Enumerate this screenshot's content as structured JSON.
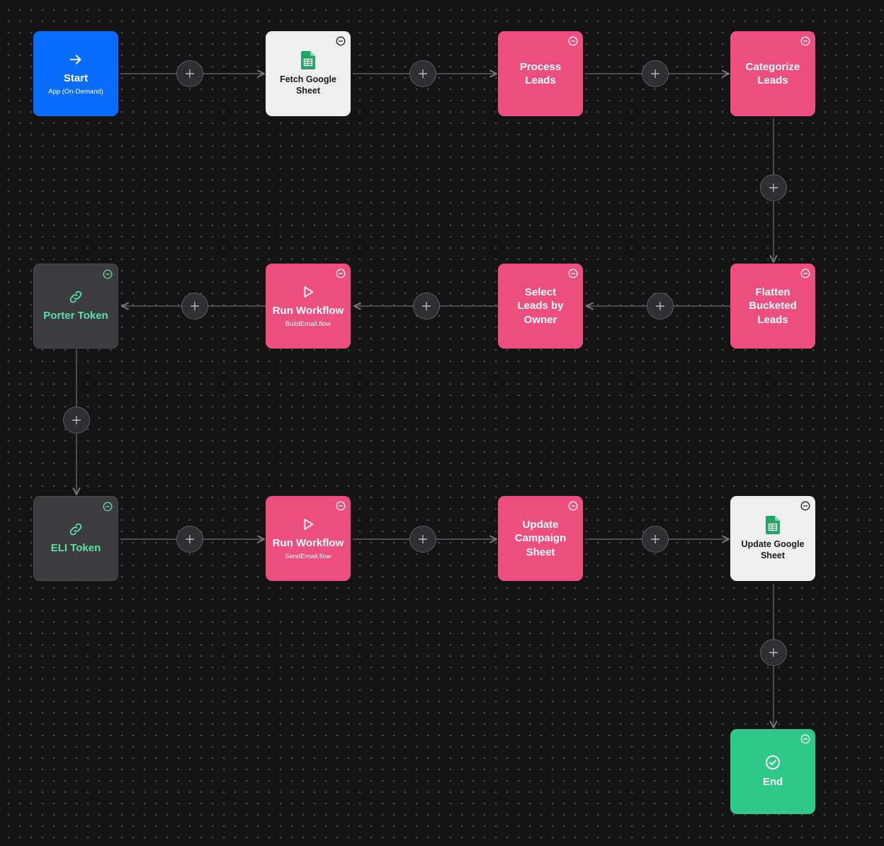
{
  "nodes": {
    "start": {
      "title": "Start",
      "subtitle": "App (On-Demand)"
    },
    "fetch_sheet": {
      "title": "Fetch Google Sheet"
    },
    "process_leads": {
      "title": "Process Leads"
    },
    "categorize_leads": {
      "title": "Categorize Leads"
    },
    "flatten_leads": {
      "title": "Flatten Bucketed Leads"
    },
    "select_leads": {
      "title": "Select Leads by Owner"
    },
    "run_build_email": {
      "title": "Run Workflow",
      "subtitle": "BuildEmail.flow"
    },
    "porter_token": {
      "title": "Porter Token"
    },
    "eli_token": {
      "title": "ELI Token"
    },
    "run_send_email": {
      "title": "Run Workflow",
      "subtitle": "SendEmail.flow"
    },
    "update_campaign": {
      "title": "Update Campaign Sheet"
    },
    "update_sheet": {
      "title": "Update Google Sheet"
    },
    "end": {
      "title": "End"
    }
  },
  "icons": {
    "start": "arrow-right-icon",
    "sheets": "google-sheets-icon",
    "workflow": "play-icon",
    "token": "link-icon",
    "end": "check-circle-icon",
    "remove": "minus-circle-icon",
    "add": "plus-icon"
  },
  "colors": {
    "blue": "#0a6cff",
    "pink": "#ec4f7e",
    "dark": "#3b3b40",
    "green": "#2ec989",
    "token_text": "#5ee0a4"
  }
}
